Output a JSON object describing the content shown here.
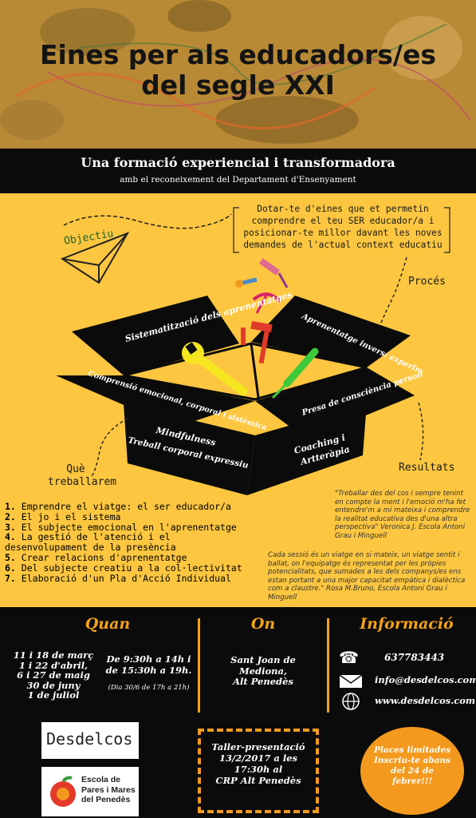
{
  "header": {
    "title_line1": "Eines per als educadors/es",
    "title_line2": "del segle XXI"
  },
  "band": {
    "subtitle": "Una formació experiencial i transformadora",
    "recognition": "amb el reconeixement del Departament d'Ensenyament"
  },
  "goal": {
    "label": "Objectiu",
    "text": "Dotar-te d'eines que et permetin comprendre el teu SER educador/a i posicionar-te millor davant les noves demandes de l'actual context educatiu"
  },
  "labels": {
    "process": "Procés",
    "what": "Què treballarem",
    "results": "Resultats"
  },
  "box": {
    "lid_left": "Sistematització dels aprenentatges",
    "lid_right": "Aprenentatge invers: experimentar, sentir, reflexionar, elaborar",
    "left_flap": "Comprensió emocional, corporal i sistèmica",
    "right_flap": "Presa de consciència personal",
    "front_left_1": "Mindfulness",
    "front_left_2": "Treball corporal expressiu",
    "front_right_1": "Coaching i",
    "front_right_2": "Artteràpia"
  },
  "topics": [
    {
      "n": "1.",
      "text": "Emprendre el viatge: el ser educador/a"
    },
    {
      "n": "2.",
      "text": "El jo i el sistema"
    },
    {
      "n": "3.",
      "text": "El subjecte emocional en l'aprenentatge"
    },
    {
      "n": "4.",
      "text": "La gestió de l'atenció i el desenvolupament de la presència"
    },
    {
      "n": "5.",
      "text": "Crear relacions d'aprenentatge"
    },
    {
      "n": "6.",
      "text": "Del subjecte creatiu a la col·lectivitat"
    },
    {
      "n": "7.",
      "text": "Elaboració d'un Pla d'Acció Individual"
    }
  ],
  "quotes": {
    "q1": "\"Treballar des del cos i sempre tenint en compte la ment i l'emoció m'ha fet entendre'm a mi mateixa i comprendre la realitat educativa des d'una altra perspectiva\" Veronica J. Escola Antoni Grau i Minguell",
    "q2": "Cada sessió és un viatge en si mateix, un viatge sentit i ballat, on l'equipatge és representat per les pròpies potencialitats, que sumades a les dels companys/es ens estan portant a una major capacitat empàtica i dialèctica com a claustre.\" Rosa M.Bruno, Escola Antoni Grau i Minguell"
  },
  "when": {
    "title": "Quan",
    "dates": [
      "11 i 18 de març",
      "1 i 22 d'abril,",
      "6 i 27 de maig",
      "30 de juny",
      "1 de juliol"
    ],
    "hours_1": "De 9:30h a 14h i",
    "hours_2": "de 15:30h a 19h.",
    "hours_note": "(Dia 30/6 de 17h a 21h)"
  },
  "where": {
    "title": "On",
    "place_1": "Sant Joan de",
    "place_2": "Mediona,",
    "place_3": "Alt Penedès"
  },
  "info": {
    "title": "Informació",
    "phone": "637783443",
    "email": "info@desdelcos.com",
    "web": "www.desdelcos.com"
  },
  "logos": {
    "desdelcos": "Desdelcos",
    "school_1": "Escola de",
    "school_2": "Pares i Mares",
    "school_3": "del Penedès"
  },
  "workshop": {
    "l1": "Taller-presentació",
    "l2": "13/2/2017 a les",
    "l3": "17:30h al",
    "l4": "CRP Alt Penedès"
  },
  "badge": {
    "l1": "Places limitades",
    "l2": "Inscriu-te abans",
    "l3": "del 24 de",
    "l4": "febrer!!!"
  },
  "colors": {
    "background": "#fcc640",
    "dark": "#0b0b0b",
    "accent_orange": "#f4a21a",
    "badge_orange": "#f39a1e"
  }
}
